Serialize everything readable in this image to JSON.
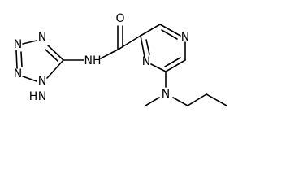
{
  "molecule": {
    "atoms": {
      "carbonyl_oxygen": "O",
      "pyrazine_n_top": "N",
      "pyrazine_n_bottom": "N",
      "amide_nh": "NH",
      "tetrazole_n1": "N",
      "tetrazole_n2": "N",
      "tetrazole_n3": "N",
      "tetrazole_n4": "N",
      "tetrazole_nh_n": "N",
      "tetrazole_nh_h": "H",
      "amine_n": "N"
    }
  }
}
